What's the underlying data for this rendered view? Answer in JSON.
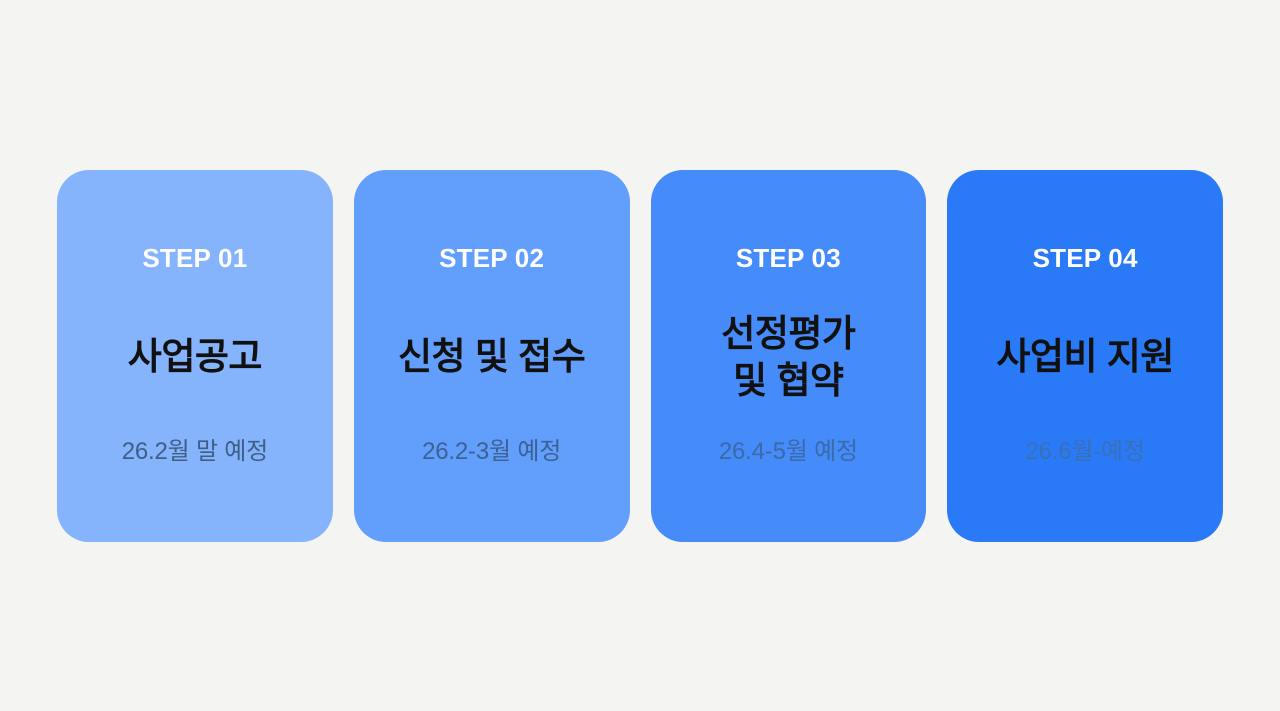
{
  "page": {
    "background_color": "#f4f4f3",
    "layout": "four-step horizontal process cards"
  },
  "steps": [
    {
      "label": "STEP 01",
      "title_lines": [
        "사업공고"
      ],
      "date": "26.2월 말 예정",
      "card_color": "#85b4fc",
      "label_color": "#ffffff",
      "title_color": "#111111",
      "date_color": "#3f5f86"
    },
    {
      "label": "STEP 02",
      "title_lines": [
        "신청 및 접수"
      ],
      "date": "26.2-3월 예정",
      "card_color": "#629efb",
      "label_color": "#ffffff",
      "title_color": "#111111",
      "date_color": "#3c6294"
    },
    {
      "label": "STEP 03",
      "title_lines": [
        "선정평가",
        "및 협약"
      ],
      "date": "26.4-5월 예정",
      "card_color": "#458bfa",
      "label_color": "#ffffff",
      "title_color": "#111111",
      "date_color": "#3a6aa7"
    },
    {
      "label": "STEP 04",
      "title_lines": [
        "사업비 지원"
      ],
      "date": "26.6월-예정",
      "card_color": "#2a7af8",
      "label_color": "#ffffff",
      "title_color": "#111111",
      "date_color": "#3a6fb8"
    }
  ]
}
